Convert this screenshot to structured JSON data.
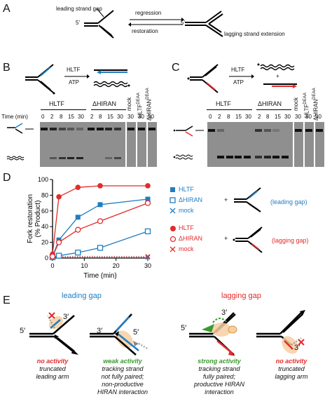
{
  "panels": {
    "a": "A",
    "b": "B",
    "c": "C",
    "d": "D",
    "e": "E"
  },
  "panel_a": {
    "leading_strand_gap": "leading strand gap",
    "five_prime": "5'",
    "regression": "regression",
    "restoration": "restoration",
    "lagging_strand_extension": "lagging strand extension"
  },
  "panel_b": {
    "hltf": "HLTF",
    "atp": "ATP",
    "group_hltf": "HLTF",
    "group_dhiran": "ΔHIRAN",
    "mock": "mock",
    "hltf_deaa": "HLTF",
    "hltf_deaa_sup": "DEAA",
    "dhiran_deaa": "ΔHIRAN",
    "dhiran_deaa_sup": "DEAA",
    "time_label": "Time (min)",
    "times": [
      "0",
      "2",
      "8",
      "15",
      "30",
      "2",
      "8",
      "15",
      "30",
      "30",
      "30",
      "30"
    ]
  },
  "panel_c": {
    "hltf": "HLTF",
    "atp": "ATP",
    "plus": "+",
    "group_hltf": "HLTF",
    "group_dhiran": "ΔHIRAN",
    "mock": "mock",
    "hltf_deaa": "HLTF",
    "hltf_deaa_sup": "DEAA",
    "dhiran_deaa": "ΔHIRAN",
    "dhiran_deaa_sup": "DEAA",
    "times": [
      "0",
      "2",
      "8",
      "15",
      "30",
      "2",
      "8",
      "15",
      "30",
      "30",
      "30",
      "30"
    ]
  },
  "panel_d": {
    "legend_top": [
      {
        "label": "HLTF",
        "marker": "filled-square",
        "color": "#1f7ec2"
      },
      {
        "label": "ΔHIRAN",
        "marker": "open-square",
        "color": "#1f7ec2"
      },
      {
        "label": "mock",
        "marker": "x",
        "color": "#1f7ec2"
      }
    ],
    "legend_bottom": [
      {
        "label": "HLTF",
        "marker": "filled-circle",
        "color": "#e32b2b"
      },
      {
        "label": "ΔHIRAN",
        "marker": "open-circle",
        "color": "#e32b2b"
      },
      {
        "label": "mock",
        "marker": "x",
        "color": "#e32b2b"
      }
    ],
    "plus": "+",
    "leading_gap": "(leading gap)",
    "lagging_gap": "(lagging gap)"
  },
  "chart_data": {
    "type": "scatter",
    "xlabel": "Time (min)",
    "ylabel": "Fork restoration (% Product)",
    "xlim": [
      0,
      30
    ],
    "ylim": [
      0,
      100
    ],
    "xticks": [
      "0",
      "10",
      "20",
      "30"
    ],
    "yticks": [
      "0",
      "20",
      "40",
      "60",
      "80",
      "100"
    ],
    "series": [
      {
        "name": "HLTF (leading gap)",
        "color": "#1f7ec2",
        "marker": "filled-square",
        "x": [
          0,
          2,
          8,
          15,
          30
        ],
        "y": [
          2,
          23,
          52,
          68,
          75
        ]
      },
      {
        "name": "ΔHIRAN (leading gap)",
        "color": "#1f7ec2",
        "marker": "open-square",
        "x": [
          0,
          2,
          8,
          15,
          30
        ],
        "y": [
          1,
          3,
          7,
          13,
          34
        ]
      },
      {
        "name": "mock (leading gap)",
        "color": "#1f7ec2",
        "marker": "x",
        "x": [
          30
        ],
        "y": [
          1
        ]
      },
      {
        "name": "HLTF (lagging gap)",
        "color": "#e32b2b",
        "marker": "filled-circle",
        "x": [
          0,
          2,
          8,
          15,
          30
        ],
        "y": [
          5,
          78,
          90,
          92,
          92
        ]
      },
      {
        "name": "ΔHIRAN (lagging gap)",
        "color": "#e32b2b",
        "marker": "open-circle",
        "x": [
          0,
          2,
          8,
          15,
          30
        ],
        "y": [
          2,
          20,
          36,
          47,
          70
        ]
      },
      {
        "name": "mock (lagging gap)",
        "color": "#e32b2b",
        "marker": "x",
        "x": [
          30
        ],
        "y": [
          2
        ]
      }
    ]
  },
  "panel_e": {
    "leading_gap": "leading gap",
    "lagging_gap": "lagging gap",
    "three_prime": "3′",
    "five_prime": "5′",
    "captions": [
      {
        "title": "no activity",
        "title_color": "#e32b2b",
        "lines": [
          "truncated",
          "leading arm"
        ]
      },
      {
        "title": "weak activity",
        "title_color": "#3a9a2e",
        "lines": [
          "tracking strand",
          "not fully paired;",
          "non-productive",
          "HIRAN interaction"
        ]
      },
      {
        "title": "strong activity",
        "title_color": "#3a9a2e",
        "lines": [
          "tracking strand",
          "fully paired;",
          "productive HIRAN",
          "interaction"
        ]
      },
      {
        "title": "no activity",
        "title_color": "#e32b2b",
        "lines": [
          "truncated",
          "lagging arm"
        ]
      }
    ]
  }
}
